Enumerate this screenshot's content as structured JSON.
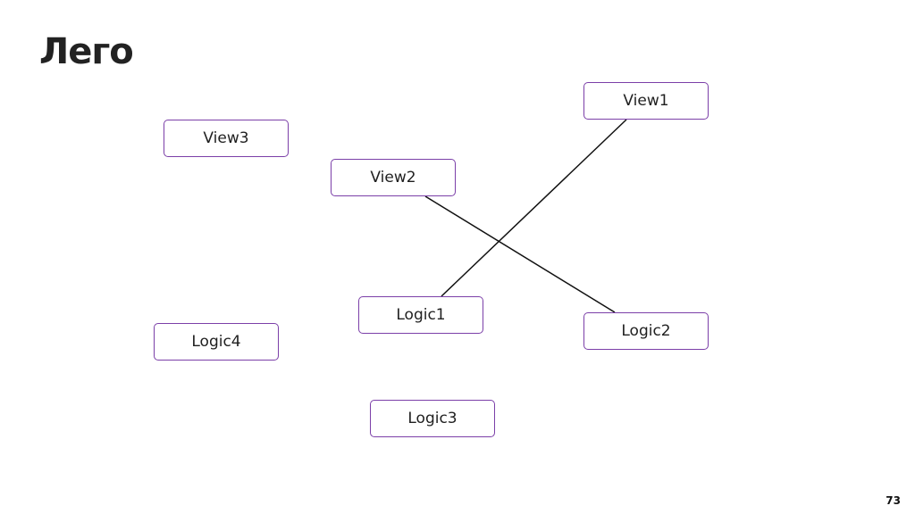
{
  "slide": {
    "title": "Лего",
    "page_number": "73"
  },
  "nodes": {
    "view1": "View1",
    "view2": "View2",
    "view3": "View3",
    "logic1": "Logic1",
    "logic2": "Logic2",
    "logic3": "Logic3",
    "logic4": "Logic4"
  },
  "connections": [
    {
      "from": "View1",
      "to": "Logic1"
    },
    {
      "from": "View2",
      "to": "Logic2"
    }
  ],
  "colors": {
    "node_border": "#7b3fa8",
    "connector": "#111111"
  }
}
